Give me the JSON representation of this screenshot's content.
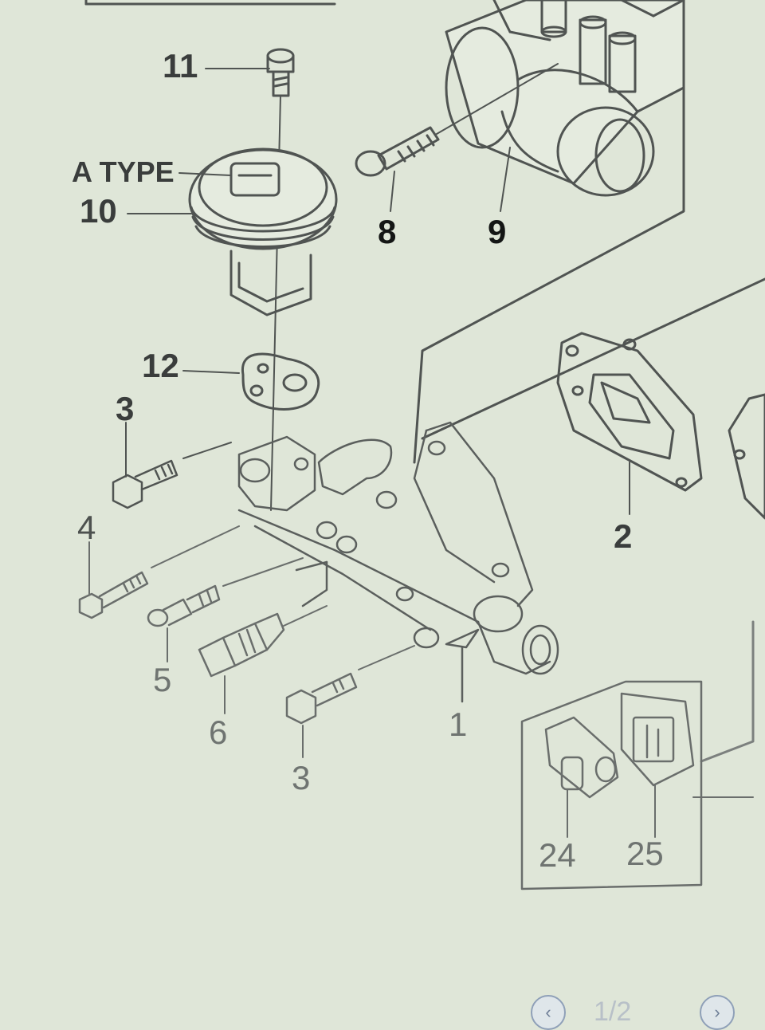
{
  "diagram": {
    "callouts": [
      {
        "id": "11",
        "text": "11"
      },
      {
        "id": "a-type",
        "text": "A TYPE"
      },
      {
        "id": "10",
        "text": "10"
      },
      {
        "id": "8",
        "text": "8"
      },
      {
        "id": "9",
        "text": "9"
      },
      {
        "id": "12",
        "text": "12"
      },
      {
        "id": "3a",
        "text": "3"
      },
      {
        "id": "4",
        "text": "4"
      },
      {
        "id": "2",
        "text": "2"
      },
      {
        "id": "5",
        "text": "5"
      },
      {
        "id": "6",
        "text": "6"
      },
      {
        "id": "1",
        "text": "1"
      },
      {
        "id": "3b",
        "text": "3"
      },
      {
        "id": "24",
        "text": "24"
      },
      {
        "id": "25",
        "text": "25"
      }
    ]
  },
  "viewer": {
    "page_indicator": "1/2",
    "prev_icon": "chevron-left-icon",
    "next_icon": "chevron-right-icon"
  },
  "colors": {
    "background": "#dfe6d8",
    "line": "#4a4d4c"
  }
}
